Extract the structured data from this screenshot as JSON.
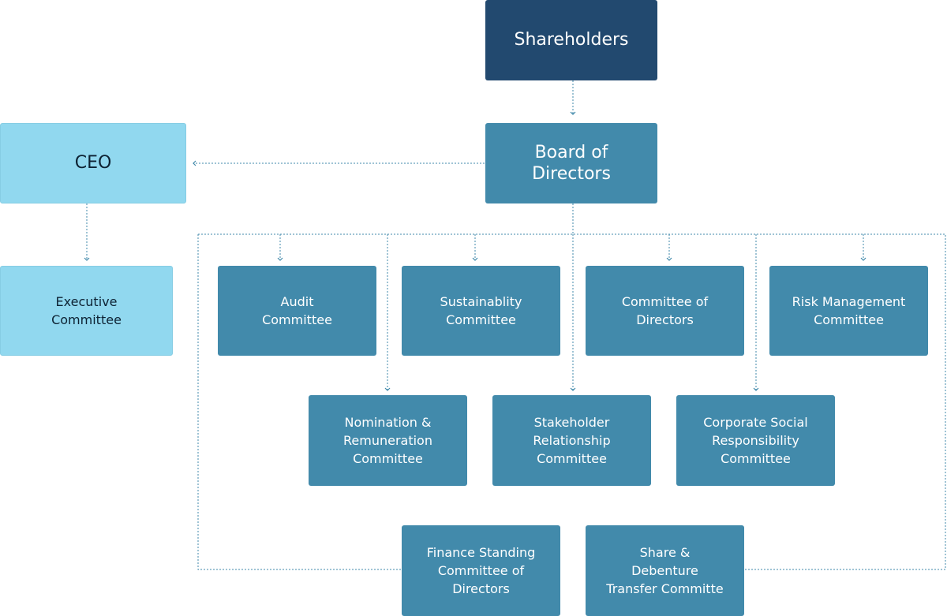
{
  "nodes": {
    "shareholders": "Shareholders",
    "board": "Board of\nDirectors",
    "ceo": "CEO",
    "executive": "Executive\nCommittee",
    "audit": "Audit\nCommittee",
    "sustainability": "Sustainablity\nCommittee",
    "committee_of_directors": "Committee of\nDirectors",
    "risk": "Risk Management\nCommittee",
    "nomination": "Nomination &\nRemuneration\nCommittee",
    "stakeholder": "Stakeholder\nRelationship\nCommittee",
    "csr": "Corporate Social\nResponsibility\nCommittee",
    "finance": "Finance Standing\nCommittee of\nDirectors",
    "share": "Share &\nDebenture\nTransfer Committe"
  },
  "colors": {
    "top": "#22496f",
    "committee": "#428aab",
    "executive": "#91d8ef",
    "connector": "#428aab"
  }
}
